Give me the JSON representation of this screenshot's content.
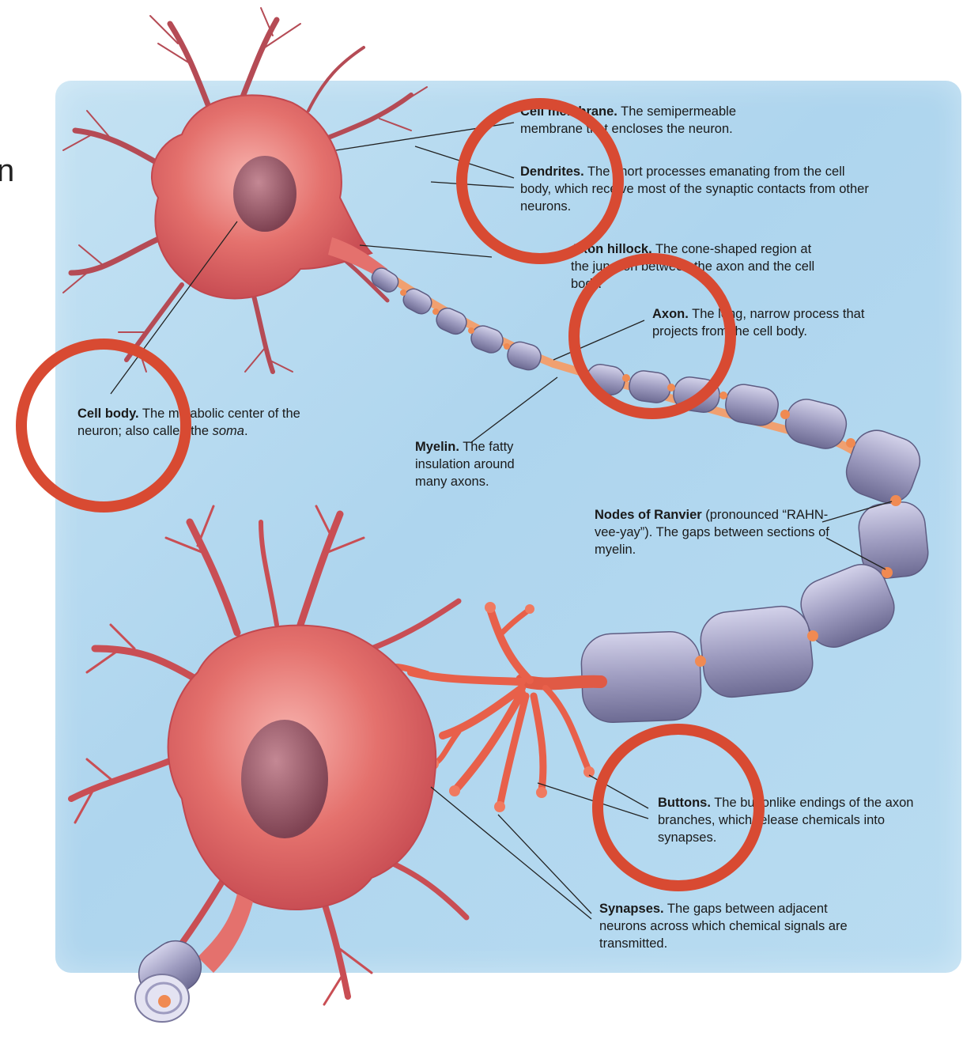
{
  "edge_text": "n",
  "labels": {
    "membrane": {
      "term": "Cell membrane.",
      "desc": " The semipermeable membrane that encloses the neuron."
    },
    "dendrites": {
      "term": "Dendrites.",
      "desc": " The short processes emanating from the cell body, which receive most of the synaptic contacts from other neurons."
    },
    "hillock": {
      "term": "Axon hillock.",
      "desc": " The cone-shaped region at the junction between the axon and the cell body."
    },
    "axon": {
      "term": "Axon.",
      "desc": " The long, narrow process that projects from the cell body."
    },
    "cellbody": {
      "term": "Cell body.",
      "desc": " The metabolic center of the neuron; also called the ",
      "italic": "soma",
      "end": "."
    },
    "myelin": {
      "term": "Myelin.",
      "desc": " The fatty insulation around many axons."
    },
    "ranvier": {
      "term": "Nodes of Ranvier",
      "desc": " (pronounced “RAHN-vee-yay”). The gaps between sections of myelin."
    },
    "buttons": {
      "term": "Buttons.",
      "desc": " The buttonlike endings of the axon branches, which release chemicals into synapses."
    },
    "synapses": {
      "term": "Synapses.",
      "desc": " The gaps between adjacent neurons across which chemical signals are transmitted."
    }
  },
  "colors": {
    "panel": "#b5d9ef",
    "neuron": "#e4716d",
    "nucleus": "#9a5866",
    "myelin": "#9e9cc0",
    "node": "#f08a52",
    "marker": "#d84a32"
  }
}
